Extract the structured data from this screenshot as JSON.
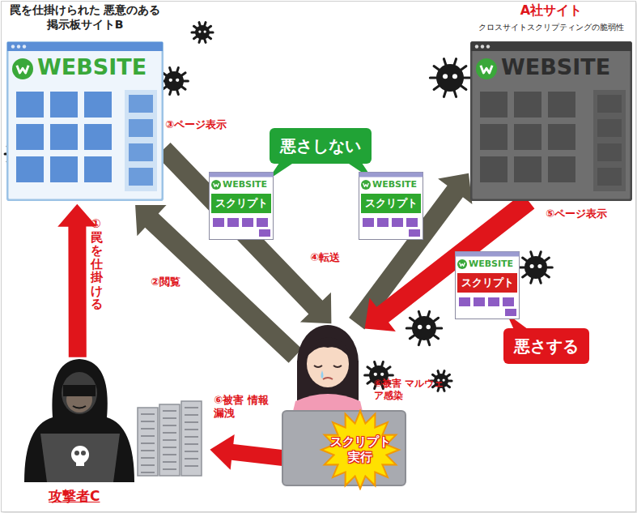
{
  "diagram": {
    "nodes": [
      {
        "text": [
          "罠を仕掛けられた 悪意のある掲示板サイトB",
          "WEBSITE"
        ]
      },
      {
        "text": [
          "A社サイト",
          "クロスサイトスクリプティングの脆弱性",
          "WEBSITE"
        ]
      },
      {
        "text": [
          "悪さしない"
        ]
      },
      {
        "text": [
          "WEBSITE",
          "スクリプト"
        ]
      },
      {
        "text": [
          "WEBSITE",
          "スクリプト"
        ]
      },
      {
        "text": [
          "WEBSITE",
          "スクリプト"
        ]
      },
      {
        "text": [
          "悪さする"
        ]
      },
      {
        "text": [
          "スクリプト 実行"
        ]
      },
      {
        "text": [
          "攻撃者C"
        ]
      }
    ],
    "edges": [
      {
        "from": 8,
        "to": 0,
        "label": "①罠を仕掛ける",
        "arrow": "to"
      },
      {
        "from": 7,
        "to": 0,
        "label": "②閲覧",
        "arrow": "to"
      },
      {
        "from": 0,
        "to": 7,
        "label": "③ページ表示",
        "arrow": "to"
      },
      {
        "from": 7,
        "to": 1,
        "label": "④転送",
        "arrow": "to"
      },
      {
        "from": 1,
        "to": 7,
        "label": "⑤ページ表示",
        "arrow": "to"
      },
      {
        "from": 7,
        "to": 8,
        "label": "⑥被害 情報漏洩",
        "arrow": "to"
      }
    ],
    "labels": [
      "⑥被害 マルウェア感染"
    ]
  }
}
